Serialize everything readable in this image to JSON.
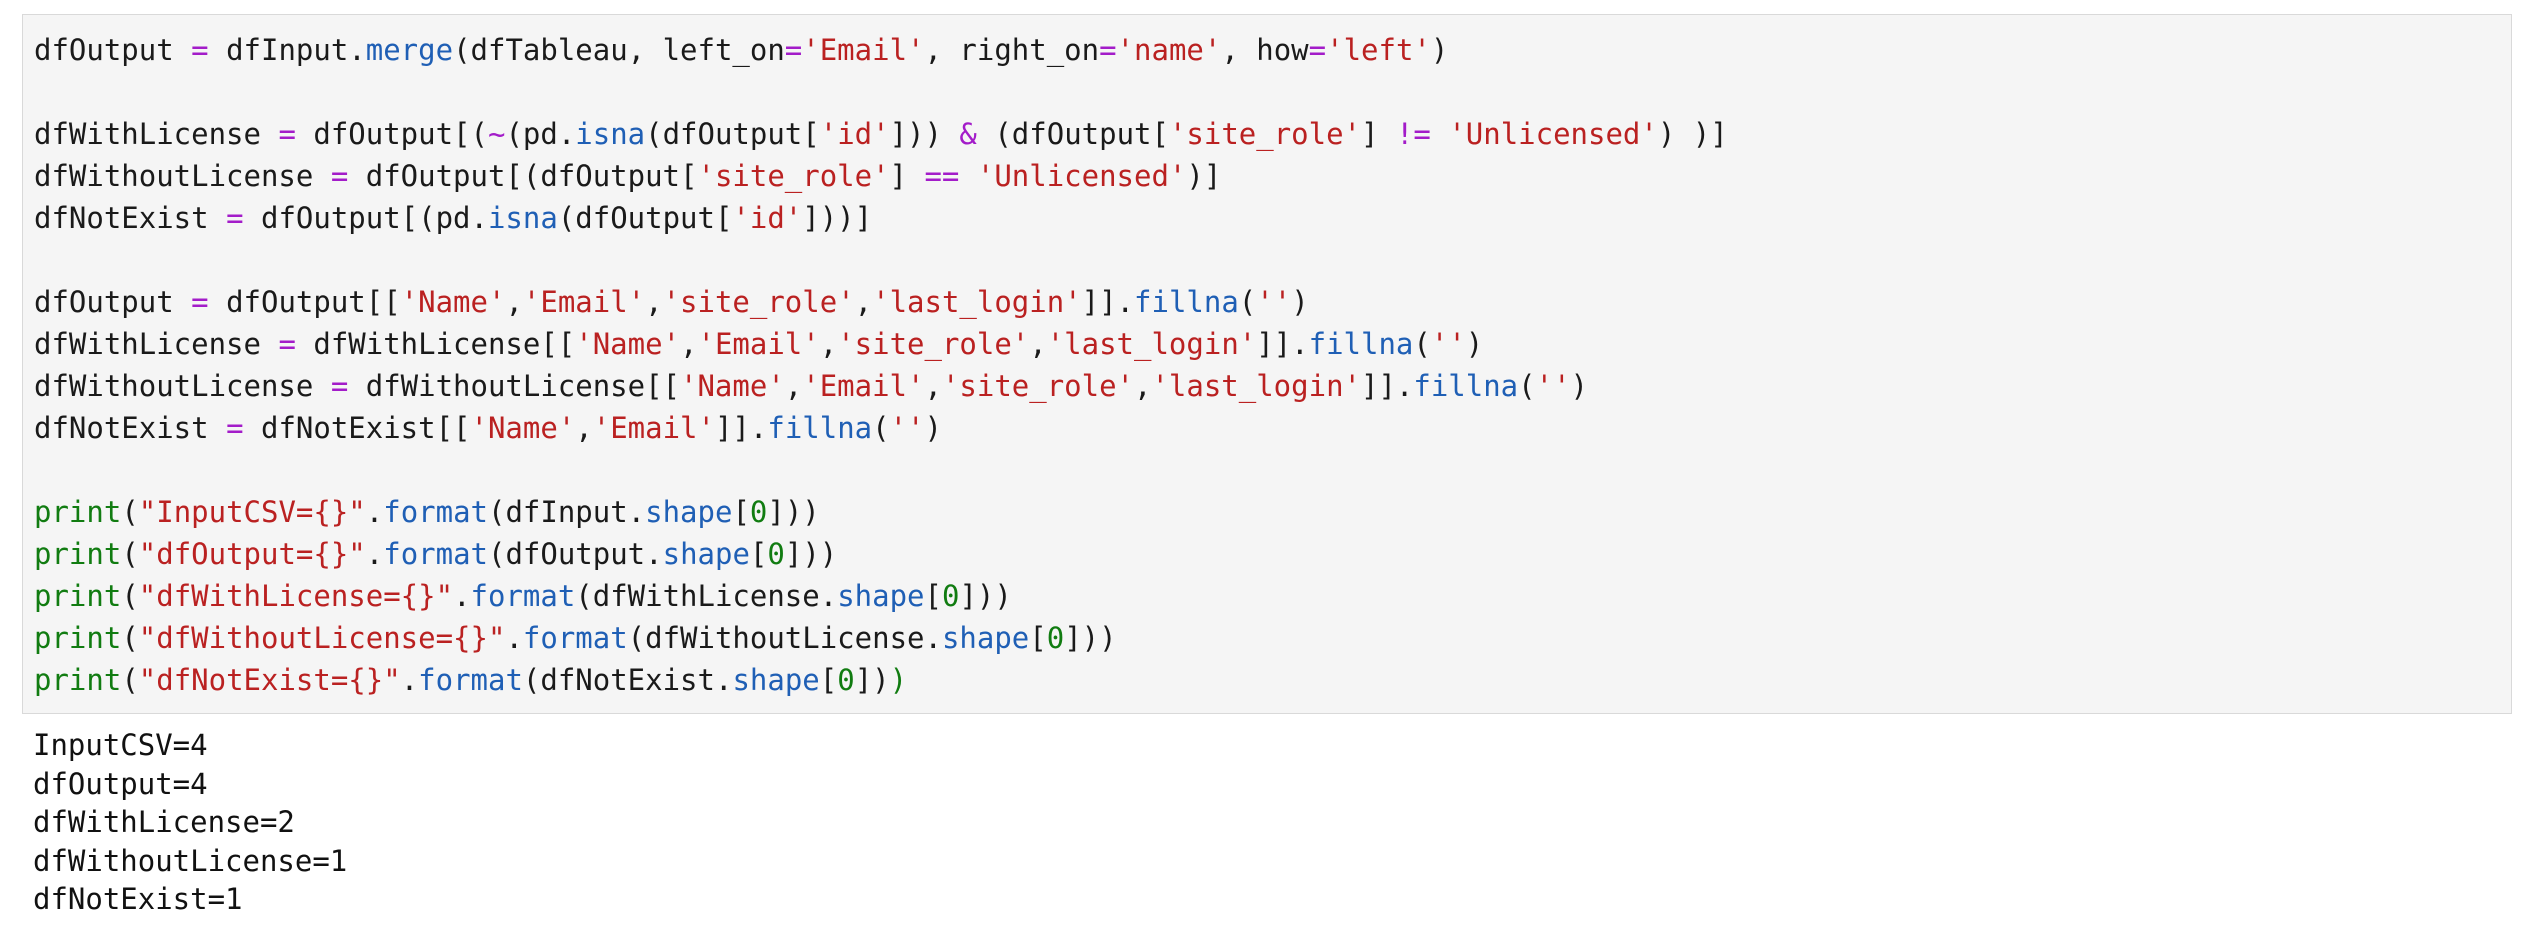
{
  "code_cell": {
    "lines": [
      [
        {
          "t": "dfOutput ",
          "c": ""
        },
        {
          "t": "=",
          "c": "op"
        },
        {
          "t": " dfInput.",
          "c": ""
        },
        {
          "t": "merge",
          "c": "attr"
        },
        {
          "t": "(dfTableau, left_on",
          "c": ""
        },
        {
          "t": "=",
          "c": "op"
        },
        {
          "t": "'Email'",
          "c": "str"
        },
        {
          "t": ", right_on",
          "c": ""
        },
        {
          "t": "=",
          "c": "op"
        },
        {
          "t": "'name'",
          "c": "str"
        },
        {
          "t": ", how",
          "c": ""
        },
        {
          "t": "=",
          "c": "op"
        },
        {
          "t": "'left'",
          "c": "str"
        },
        {
          "t": ")",
          "c": ""
        }
      ],
      [],
      [
        {
          "t": "dfWithLicense ",
          "c": ""
        },
        {
          "t": "=",
          "c": "op"
        },
        {
          "t": " dfOutput[(",
          "c": ""
        },
        {
          "t": "~",
          "c": "op"
        },
        {
          "t": "(pd.",
          "c": ""
        },
        {
          "t": "isna",
          "c": "attr"
        },
        {
          "t": "(dfOutput[",
          "c": ""
        },
        {
          "t": "'id'",
          "c": "str"
        },
        {
          "t": "])) ",
          "c": ""
        },
        {
          "t": "&",
          "c": "op"
        },
        {
          "t": " (dfOutput[",
          "c": ""
        },
        {
          "t": "'site_role'",
          "c": "str"
        },
        {
          "t": "] ",
          "c": ""
        },
        {
          "t": "!=",
          "c": "op"
        },
        {
          "t": " ",
          "c": ""
        },
        {
          "t": "'Unlicensed'",
          "c": "str"
        },
        {
          "t": ") )]",
          "c": ""
        }
      ],
      [
        {
          "t": "dfWithoutLicense ",
          "c": ""
        },
        {
          "t": "=",
          "c": "op"
        },
        {
          "t": " dfOutput[(dfOutput[",
          "c": ""
        },
        {
          "t": "'site_role'",
          "c": "str"
        },
        {
          "t": "] ",
          "c": ""
        },
        {
          "t": "==",
          "c": "op"
        },
        {
          "t": " ",
          "c": ""
        },
        {
          "t": "'Unlicensed'",
          "c": "str"
        },
        {
          "t": ")]",
          "c": ""
        }
      ],
      [
        {
          "t": "dfNotExist ",
          "c": ""
        },
        {
          "t": "=",
          "c": "op"
        },
        {
          "t": " dfOutput[(pd.",
          "c": ""
        },
        {
          "t": "isna",
          "c": "attr"
        },
        {
          "t": "(dfOutput[",
          "c": ""
        },
        {
          "t": "'id'",
          "c": "str"
        },
        {
          "t": "]))]",
          "c": ""
        }
      ],
      [],
      [
        {
          "t": "dfOutput ",
          "c": ""
        },
        {
          "t": "=",
          "c": "op"
        },
        {
          "t": " dfOutput[[",
          "c": ""
        },
        {
          "t": "'Name'",
          "c": "str"
        },
        {
          "t": ",",
          "c": ""
        },
        {
          "t": "'Email'",
          "c": "str"
        },
        {
          "t": ",",
          "c": ""
        },
        {
          "t": "'site_role'",
          "c": "str"
        },
        {
          "t": ",",
          "c": ""
        },
        {
          "t": "'last_login'",
          "c": "str"
        },
        {
          "t": "]].",
          "c": ""
        },
        {
          "t": "fillna",
          "c": "attr"
        },
        {
          "t": "(",
          "c": ""
        },
        {
          "t": "''",
          "c": "str"
        },
        {
          "t": ")",
          "c": ""
        }
      ],
      [
        {
          "t": "dfWithLicense ",
          "c": ""
        },
        {
          "t": "=",
          "c": "op"
        },
        {
          "t": " dfWithLicense[[",
          "c": ""
        },
        {
          "t": "'Name'",
          "c": "str"
        },
        {
          "t": ",",
          "c": ""
        },
        {
          "t": "'Email'",
          "c": "str"
        },
        {
          "t": ",",
          "c": ""
        },
        {
          "t": "'site_role'",
          "c": "str"
        },
        {
          "t": ",",
          "c": ""
        },
        {
          "t": "'last_login'",
          "c": "str"
        },
        {
          "t": "]].",
          "c": ""
        },
        {
          "t": "fillna",
          "c": "attr"
        },
        {
          "t": "(",
          "c": ""
        },
        {
          "t": "''",
          "c": "str"
        },
        {
          "t": ")",
          "c": ""
        }
      ],
      [
        {
          "t": "dfWithoutLicense ",
          "c": ""
        },
        {
          "t": "=",
          "c": "op"
        },
        {
          "t": " dfWithoutLicense[[",
          "c": ""
        },
        {
          "t": "'Name'",
          "c": "str"
        },
        {
          "t": ",",
          "c": ""
        },
        {
          "t": "'Email'",
          "c": "str"
        },
        {
          "t": ",",
          "c": ""
        },
        {
          "t": "'site_role'",
          "c": "str"
        },
        {
          "t": ",",
          "c": ""
        },
        {
          "t": "'last_login'",
          "c": "str"
        },
        {
          "t": "]].",
          "c": ""
        },
        {
          "t": "fillna",
          "c": "attr"
        },
        {
          "t": "(",
          "c": ""
        },
        {
          "t": "''",
          "c": "str"
        },
        {
          "t": ")",
          "c": ""
        }
      ],
      [
        {
          "t": "dfNotExist ",
          "c": ""
        },
        {
          "t": "=",
          "c": "op"
        },
        {
          "t": " dfNotExist[[",
          "c": ""
        },
        {
          "t": "'Name'",
          "c": "str"
        },
        {
          "t": ",",
          "c": ""
        },
        {
          "t": "'Email'",
          "c": "str"
        },
        {
          "t": "]].",
          "c": ""
        },
        {
          "t": "fillna",
          "c": "attr"
        },
        {
          "t": "(",
          "c": ""
        },
        {
          "t": "''",
          "c": "str"
        },
        {
          "t": ")",
          "c": ""
        }
      ],
      [],
      [
        {
          "t": "print",
          "c": "kw"
        },
        {
          "t": "(",
          "c": ""
        },
        {
          "t": "\"InputCSV={}\"",
          "c": "str"
        },
        {
          "t": ".",
          "c": ""
        },
        {
          "t": "format",
          "c": "attr"
        },
        {
          "t": "(dfInput.",
          "c": ""
        },
        {
          "t": "shape",
          "c": "attr"
        },
        {
          "t": "[",
          "c": ""
        },
        {
          "t": "0",
          "c": "num"
        },
        {
          "t": "]))",
          "c": ""
        }
      ],
      [
        {
          "t": "print",
          "c": "kw"
        },
        {
          "t": "(",
          "c": ""
        },
        {
          "t": "\"dfOutput={}\"",
          "c": "str"
        },
        {
          "t": ".",
          "c": ""
        },
        {
          "t": "format",
          "c": "attr"
        },
        {
          "t": "(dfOutput.",
          "c": ""
        },
        {
          "t": "shape",
          "c": "attr"
        },
        {
          "t": "[",
          "c": ""
        },
        {
          "t": "0",
          "c": "num"
        },
        {
          "t": "]))",
          "c": ""
        }
      ],
      [
        {
          "t": "print",
          "c": "kw"
        },
        {
          "t": "(",
          "c": ""
        },
        {
          "t": "\"dfWithLicense={}\"",
          "c": "str"
        },
        {
          "t": ".",
          "c": ""
        },
        {
          "t": "format",
          "c": "attr"
        },
        {
          "t": "(dfWithLicense.",
          "c": ""
        },
        {
          "t": "shape",
          "c": "attr"
        },
        {
          "t": "[",
          "c": ""
        },
        {
          "t": "0",
          "c": "num"
        },
        {
          "t": "]))",
          "c": ""
        }
      ],
      [
        {
          "t": "print",
          "c": "kw"
        },
        {
          "t": "(",
          "c": ""
        },
        {
          "t": "\"dfWithoutLicense={}\"",
          "c": "str"
        },
        {
          "t": ".",
          "c": ""
        },
        {
          "t": "format",
          "c": "attr"
        },
        {
          "t": "(dfWithoutLicense.",
          "c": ""
        },
        {
          "t": "shape",
          "c": "attr"
        },
        {
          "t": "[",
          "c": ""
        },
        {
          "t": "0",
          "c": "num"
        },
        {
          "t": "]))",
          "c": ""
        }
      ],
      [
        {
          "t": "print",
          "c": "kw"
        },
        {
          "t": "(",
          "c": ""
        },
        {
          "t": "\"dfNotExist={}\"",
          "c": "str"
        },
        {
          "t": ".",
          "c": ""
        },
        {
          "t": "format",
          "c": "attr"
        },
        {
          "t": "(dfNotExist.",
          "c": ""
        },
        {
          "t": "shape",
          "c": "attr"
        },
        {
          "t": "[",
          "c": ""
        },
        {
          "t": "0",
          "c": "num"
        },
        {
          "t": "])",
          "c": ""
        },
        {
          "t": ")",
          "c": "kw"
        }
      ]
    ]
  },
  "output": {
    "lines": [
      "InputCSV=4",
      "dfOutput=4",
      "dfWithLicense=2",
      "dfWithoutLicense=1",
      "dfNotExist=1"
    ]
  },
  "colors": {
    "operator": "#a31cc9",
    "string": "#ba2121",
    "attribute": "#1f5fb5",
    "builtin": "#117c11",
    "number": "#117c11",
    "cell_background": "#f5f5f5"
  }
}
